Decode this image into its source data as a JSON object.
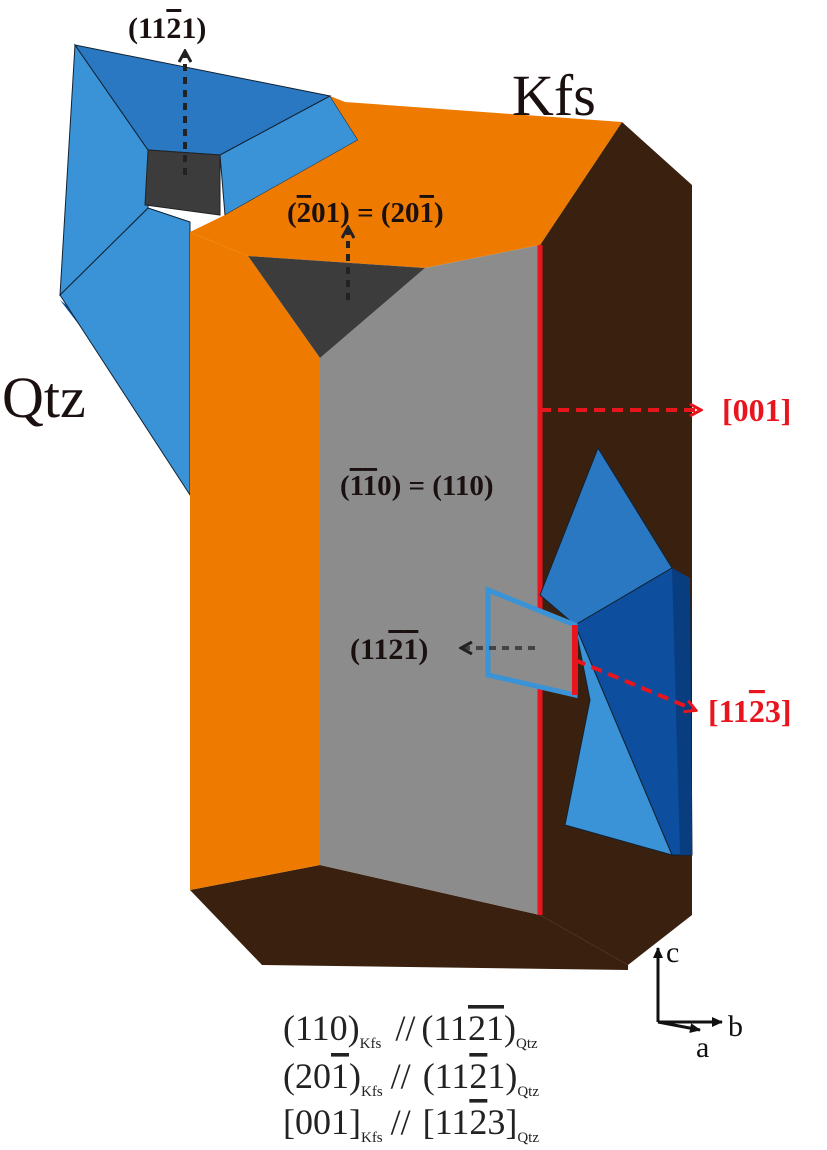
{
  "labels": {
    "kfs": "Kfs",
    "qtz": "Qtz",
    "face_top_qtz": {
      "pre": "(11",
      "bar": "2",
      "post": "1)"
    },
    "face_201": {
      "p1": "(",
      "bar1": "2",
      "p2": "01) = (20",
      "bar2": "1",
      "p3": ")"
    },
    "face_110": {
      "p1": "(",
      "bar1": "1",
      "bar2": "1",
      "p2": "0) = (110)"
    },
    "face_qtz_mid": {
      "pre": "(11",
      "bar1": "2",
      "bar2": "1",
      "post": ")"
    },
    "dir_001": "[001]",
    "dir_1123": {
      "pre": "[11",
      "bar": "2",
      "post": "3]"
    }
  },
  "axes": {
    "c": "c",
    "b": "b",
    "a": "a"
  },
  "relations": [
    {
      "k1": "(110)",
      "sub1": "Kfs",
      "sep": "//",
      "q_pre": "(11",
      "q_bar1": "2",
      "q_bar2": "1",
      "q_post": ")",
      "sub2": "Qtz"
    },
    {
      "k_pre": "(20",
      "k_bar": "1",
      "k_post": ")",
      "sub1": "Kfs",
      "sep": "//",
      "q_pre": "(11",
      "q_bar": "2",
      "q_post": "1)",
      "sub2": "Qtz"
    },
    {
      "k1": "[001]",
      "sub1": "Kfs",
      "sep": "//",
      "q_pre": "[11",
      "q_bar": "2",
      "q_post": "3]",
      "sub2": "Qtz"
    }
  ],
  "colors": {
    "orange": "#EE7B00",
    "dark_brown": "#3A200E",
    "gray_face": "#8C8C8C",
    "dark_gray": "#3C3C3C",
    "blue_light": "#3A93D6",
    "blue_mid": "#2A78C2",
    "blue_dark": "#0D4F9E",
    "red": "#E8141E"
  }
}
